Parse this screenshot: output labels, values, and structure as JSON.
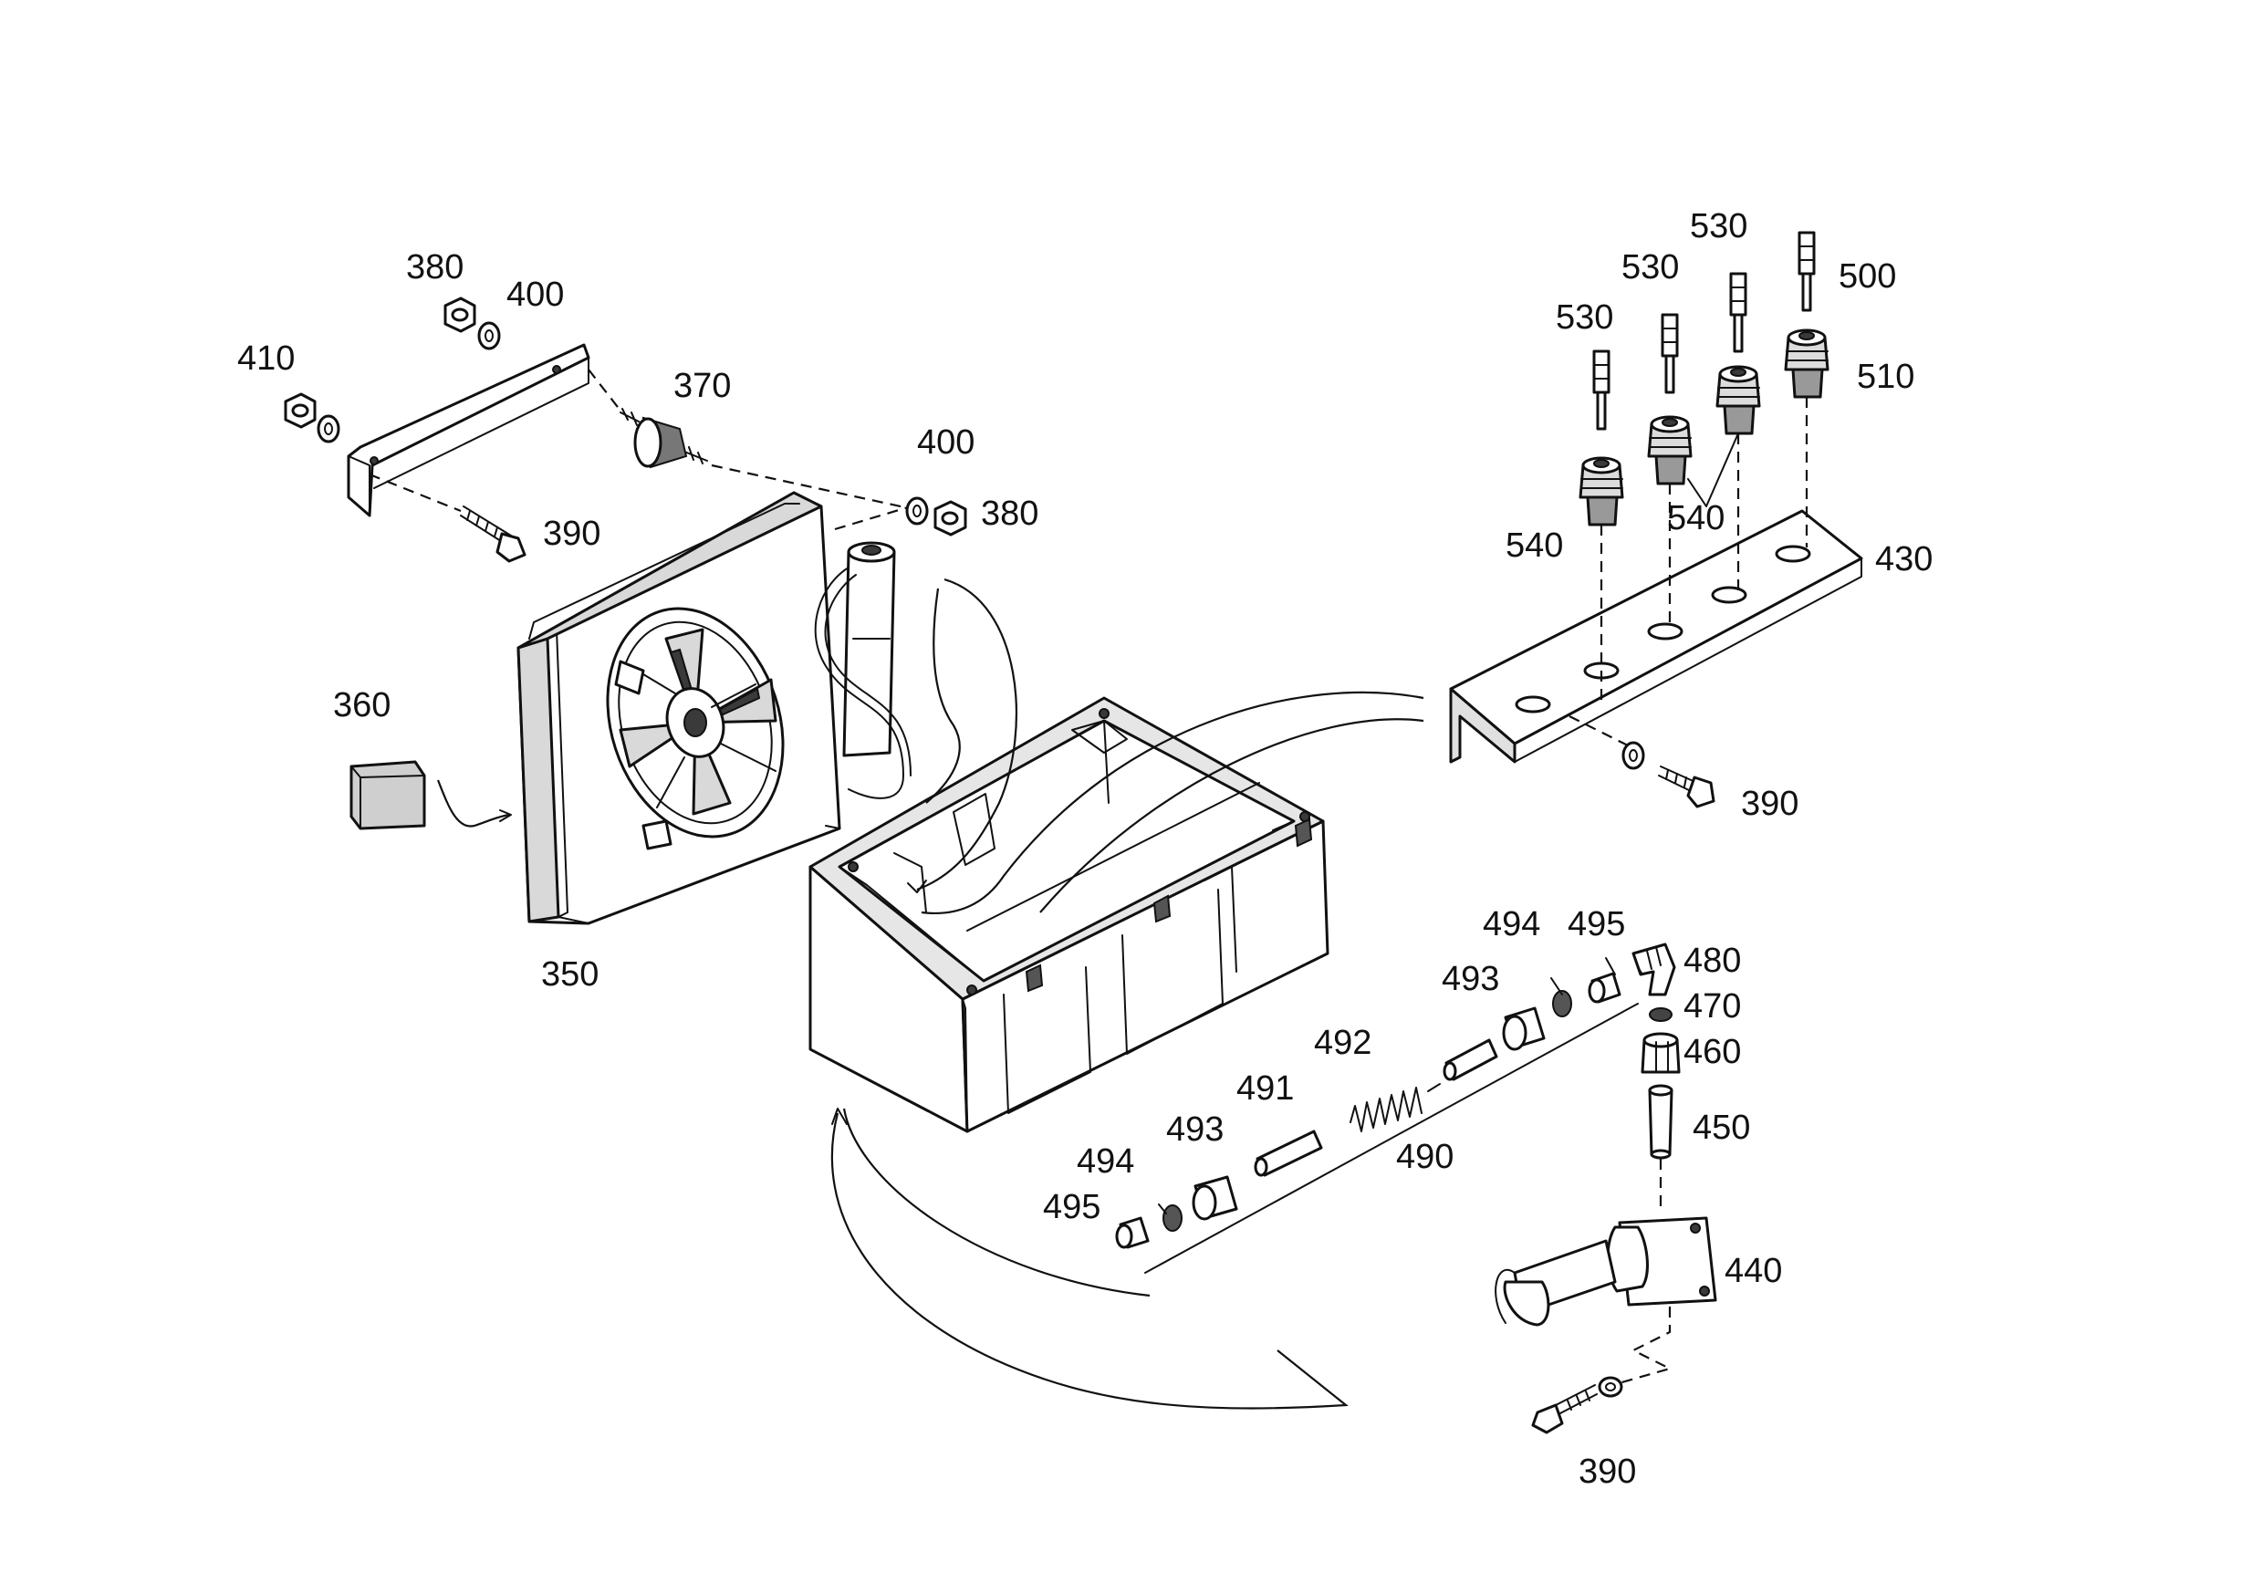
{
  "labels": {
    "l350": "350",
    "l360": "360",
    "l370": "370",
    "l380a": "380",
    "l380b": "380",
    "l390a": "390",
    "l390b": "390",
    "l390c": "390",
    "l400a": "400",
    "l400b": "400",
    "l410": "410",
    "l430": "430",
    "l440": "440",
    "l450": "450",
    "l460": "460",
    "l470": "470",
    "l480": "480",
    "l490": "490",
    "l491": "491",
    "l492": "492",
    "l493a": "493",
    "l493b": "493",
    "l494a": "494",
    "l494b": "494",
    "l495a": "495",
    "l495b": "495",
    "l500": "500",
    "l510": "510",
    "l530a": "530",
    "l530b": "530",
    "l530c": "530",
    "l540a": "540",
    "l540b": "540"
  }
}
